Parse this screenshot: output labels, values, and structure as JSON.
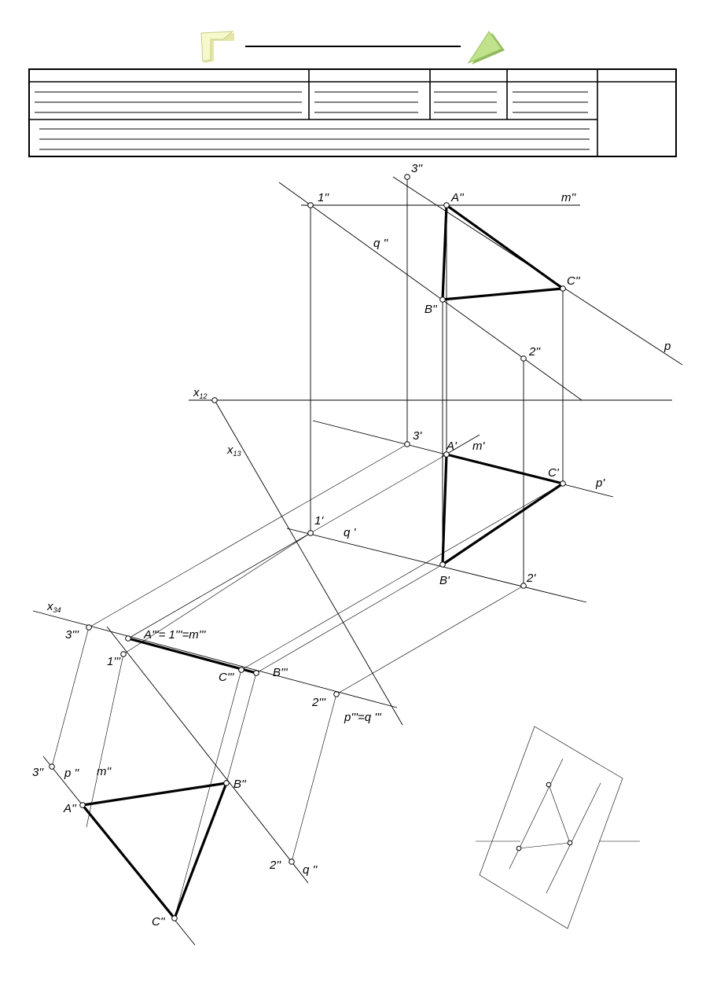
{
  "nav": {
    "back_icon": "corner-arrow-icon",
    "forward_icon": "triangle-play-icon",
    "accent": "#f4f7c2",
    "forward_color": "#b9df84"
  },
  "labels": {
    "p3": "3''",
    "p1": "1''",
    "A2": "A''",
    "m2": "m''",
    "q2": "q ''",
    "C2": "C''",
    "B2": "B''",
    "p2_2": "2''",
    "p_line": "p",
    "x12": "x",
    "x12_sub": "12",
    "x13": "x",
    "x13_sub": "13",
    "p3_1": "3'",
    "A1": "A'",
    "m1": "m'",
    "C1": "C'",
    "p1_line": "p'",
    "p1_1": "1'",
    "q1": "q '",
    "B1": "B'",
    "p2_1": "2'",
    "x34": "x",
    "x34_sub": "34",
    "p3_3": "3'''",
    "A3": "A'''= 1'''=m'''",
    "p1_3": "1'''",
    "C3": "C'''",
    "B3": "B'''",
    "p2_3": "2'''",
    "pq3": "p'''=q '''",
    "p3_4": "3''",
    "p4": "p ''",
    "m4": "m''",
    "A4": "A''",
    "B4": "B''",
    "p2_4": "2''",
    "q4": "q ''",
    "C4": "C''"
  }
}
